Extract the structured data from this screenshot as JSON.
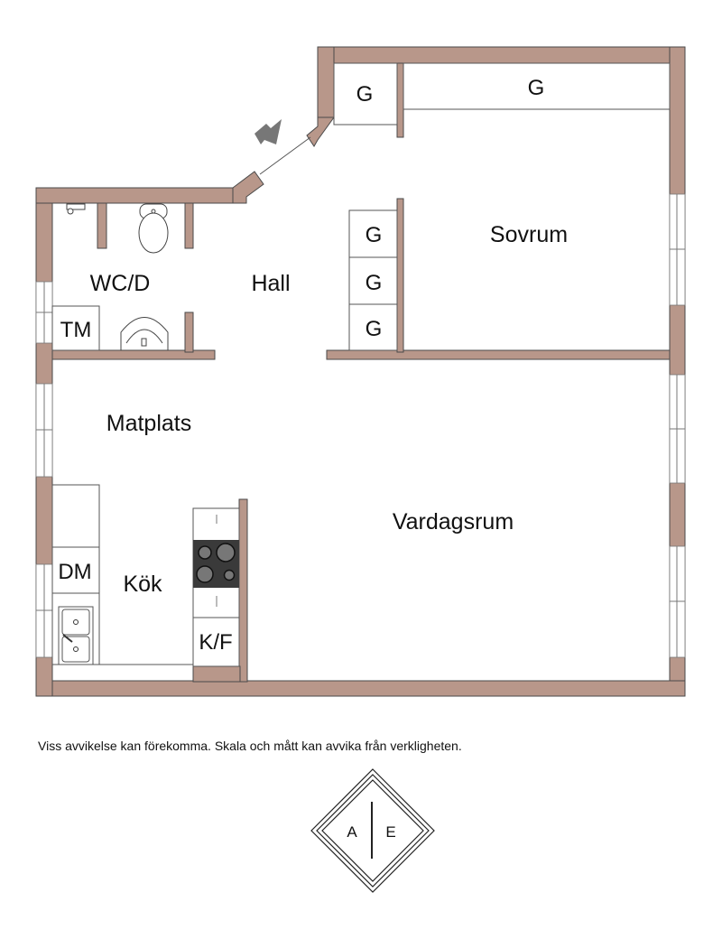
{
  "rooms": {
    "wc": "WC/D",
    "hall": "Hall",
    "sovrum": "Sovrum",
    "matplats": "Matplats",
    "kok": "Kök",
    "vardagsrum": "Vardagsrum"
  },
  "fixtures": {
    "closet_top_small": "G",
    "closet_top_wide": "G",
    "closet_hall_1": "G",
    "closet_hall_2": "G",
    "closet_hall_3": "G",
    "tm": "TM",
    "dm": "DM",
    "kf": "K/F"
  },
  "disclaimer": "Viss avvikelse kan förekomma. Skala och mått kan avvika från verkligheten.",
  "logo": {
    "left": "A",
    "right": "E"
  },
  "colors": {
    "wall": "#b8978a",
    "stove": "#3a3a3a",
    "arrow": "#777777"
  }
}
